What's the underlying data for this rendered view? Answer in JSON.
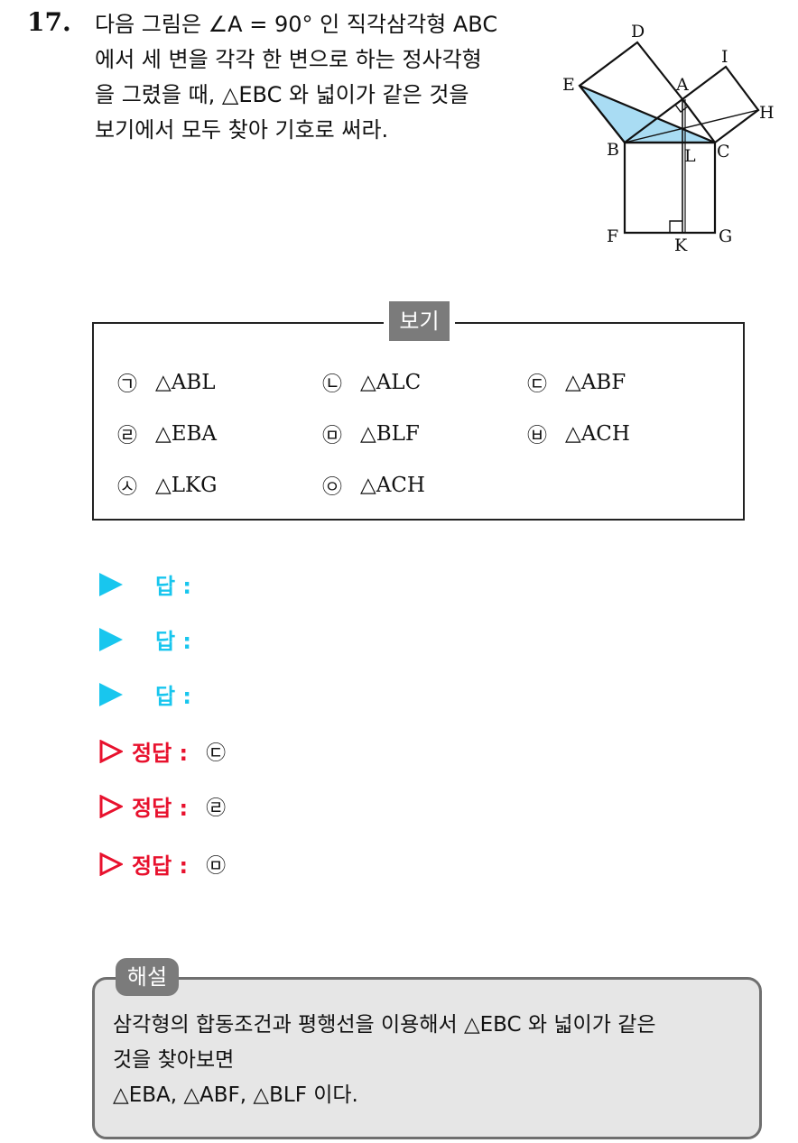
{
  "question": {
    "number": "17.",
    "lines": [
      "다음 그림은 ∠A = 90° 인 직각삼각형 ABC",
      "에서 세 변을 각각 한 변으로 하는 정사각형",
      "을 그렸을 때, △EBC 와 넓이가 같은 것을",
      "보기에서 모두 찾아 기호로 써라."
    ]
  },
  "figure": {
    "labels": {
      "D": "D",
      "I": "I",
      "A": "A",
      "E": "E",
      "H": "H",
      "B": "B",
      "L": "L",
      "C": "C",
      "F": "F",
      "K": "K",
      "G": "G"
    },
    "fill_color": "#a9dcf3"
  },
  "bogi": {
    "title": "보기",
    "choices": [
      {
        "mark": "㉠",
        "text": "△ABL"
      },
      {
        "mark": "㉡",
        "text": "△ALC"
      },
      {
        "mark": "㉢",
        "text": "△ABF"
      },
      {
        "mark": "㉣",
        "text": "△EBA"
      },
      {
        "mark": "㉤",
        "text": "△BLF"
      },
      {
        "mark": "㉥",
        "text": "△ACH"
      },
      {
        "mark": "㉦",
        "text": "△LKG"
      },
      {
        "mark": "㉧",
        "text": "△ACH"
      }
    ]
  },
  "answers": {
    "blank_label": "답 :",
    "correct_label": "정답 :",
    "correct_values": [
      "㉢",
      "㉣",
      "㉤"
    ],
    "colors": {
      "blank": "#18c6ee",
      "correct": "#e8112d"
    }
  },
  "explanation": {
    "title": "해설",
    "lines": [
      "삼각형의 합동조건과 평행선을 이용해서 △EBC 와 넓이가 같은",
      "것을 찾아보면",
      "△EBA, △ABF, △BLF 이다."
    ]
  }
}
